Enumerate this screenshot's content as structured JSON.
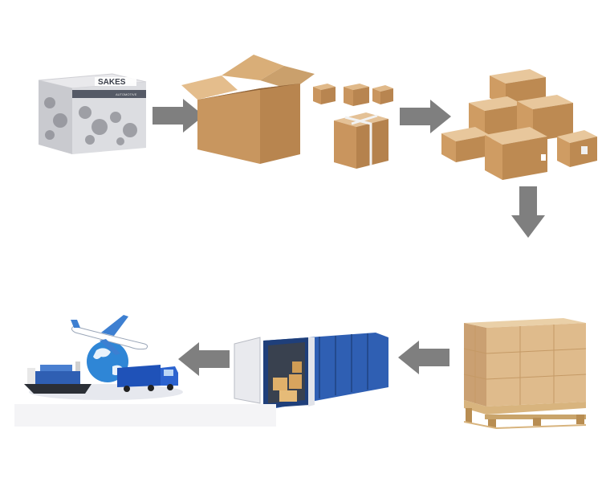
{
  "diagram": {
    "product_box": {
      "brand_text": "SAKES",
      "sub_text": "AUTOMOTIVE",
      "icon": "product-box-icon"
    },
    "stages": [
      {
        "id": "product-box",
        "icon": "product-box-icon"
      },
      {
        "id": "cartons",
        "icon": "open-carton-icon"
      },
      {
        "id": "carton-stack",
        "icon": "carton-stack-icon"
      },
      {
        "id": "pallet",
        "icon": "palletized-cartons-icon"
      },
      {
        "id": "container",
        "icon": "shipping-container-icon"
      },
      {
        "id": "global-transport",
        "icon": "global-transport-icon"
      }
    ],
    "arrows": [
      {
        "from": "product-box",
        "to": "cartons",
        "direction": "right"
      },
      {
        "from": "cartons",
        "to": "carton-stack",
        "direction": "right"
      },
      {
        "from": "carton-stack",
        "to": "pallet",
        "direction": "down"
      },
      {
        "from": "pallet",
        "to": "container",
        "direction": "left"
      },
      {
        "from": "container",
        "to": "global-transport",
        "direction": "left"
      }
    ],
    "colors": {
      "arrow": "#7f7f7f",
      "cardboard": "#d2a679",
      "cardboard_dark": "#b8885a",
      "container_blue": "#2f5fb3",
      "pallet_wood": "#c9a46b"
    }
  }
}
